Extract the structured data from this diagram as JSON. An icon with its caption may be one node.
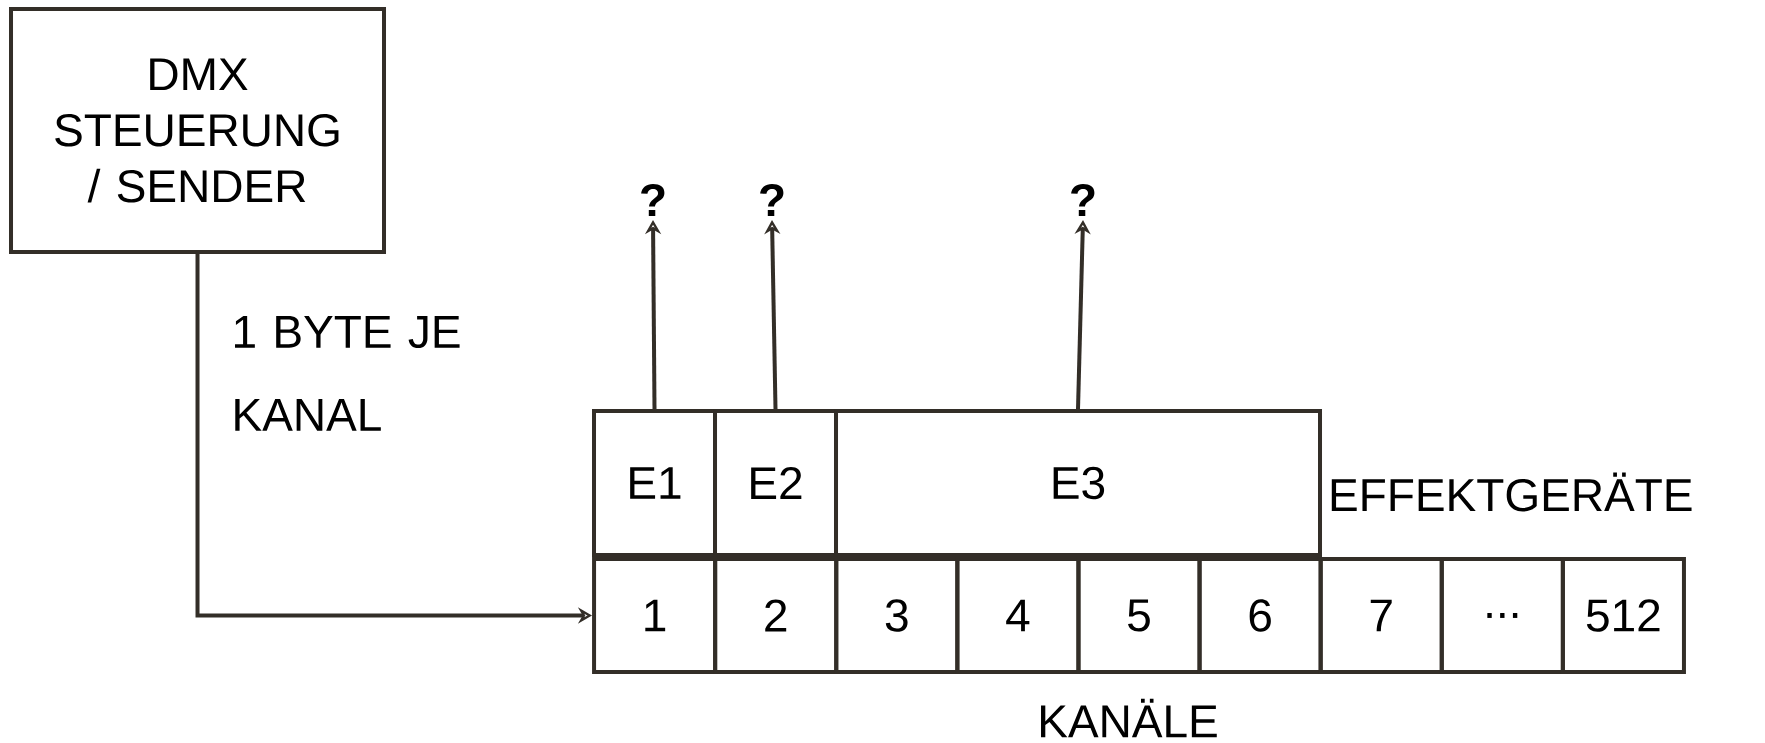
{
  "diagram": {
    "nodes": [
      {
        "text": [
          "DMX STEUERUNG / SENDER"
        ]
      },
      {
        "text": [
          "E1"
        ]
      },
      {
        "text": [
          "E2"
        ]
      },
      {
        "text": [
          "E3"
        ]
      },
      {
        "text": [
          "1"
        ]
      },
      {
        "text": [
          "2"
        ]
      },
      {
        "text": [
          "3"
        ]
      },
      {
        "text": [
          "4"
        ]
      },
      {
        "text": [
          "5"
        ]
      },
      {
        "text": [
          "6"
        ]
      },
      {
        "text": [
          "7"
        ]
      },
      {
        "text": [
          "..."
        ]
      },
      {
        "text": [
          "512"
        ]
      },
      {
        "text": [
          "?"
        ]
      },
      {
        "text": [
          "?"
        ]
      },
      {
        "text": [
          "?"
        ]
      }
    ],
    "edges": [
      {
        "from": 0,
        "to": 4,
        "arrow": "to",
        "label": "1 BYTE JE KANAL"
      },
      {
        "from": 1,
        "to": 13,
        "arrow": "to"
      },
      {
        "from": 2,
        "to": 14,
        "arrow": "to"
      },
      {
        "from": 3,
        "to": 15,
        "arrow": "to"
      }
    ],
    "labels": [
      "EFFEKTGERÄTE",
      "KANÄLE"
    ]
  }
}
